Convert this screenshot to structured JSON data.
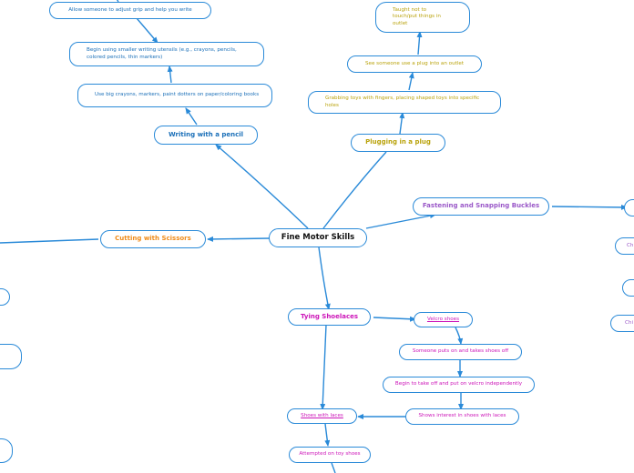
{
  "center": "Fine Motor Skills",
  "writing": {
    "title": "Writing with a pencil",
    "steps": [
      "Use big crayons, markers, paint dotters on paper/coloring books",
      "Begin using smaller writing utensils (e.g., crayons, pencils, colored pencils, thin markers)",
      "Allow someone to adjust grip and help you write"
    ]
  },
  "plug": {
    "title": "Plugging in a plug",
    "steps": [
      "Grabbing toys with fingers, placing shaped toys into specific holes",
      "See someone use a plug into an outlet",
      "Taught not to touch/put things in outlet"
    ]
  },
  "buckles": {
    "title": "Fastening and Snapping Buckles",
    "partial_labels": [
      "Ch",
      "Chi"
    ]
  },
  "scissors": {
    "title": "Cutting with Scissors"
  },
  "shoes": {
    "title": "Tying Shoelaces",
    "items": [
      "Velcro shoes",
      "Someone puts on and takes shoes off",
      "Begin to take off and put on velcro independently",
      "Shows interest in shoes with laces",
      "Shoes with laces",
      "Attempted on toy shoes"
    ]
  },
  "colors": {
    "line": "#2a8ad8",
    "writing": "#1a6fb8",
    "plug": "#b9a20a",
    "buckles": "#9a58c8",
    "scissors": "#f08c1a",
    "shoes": "#cc14b8"
  }
}
